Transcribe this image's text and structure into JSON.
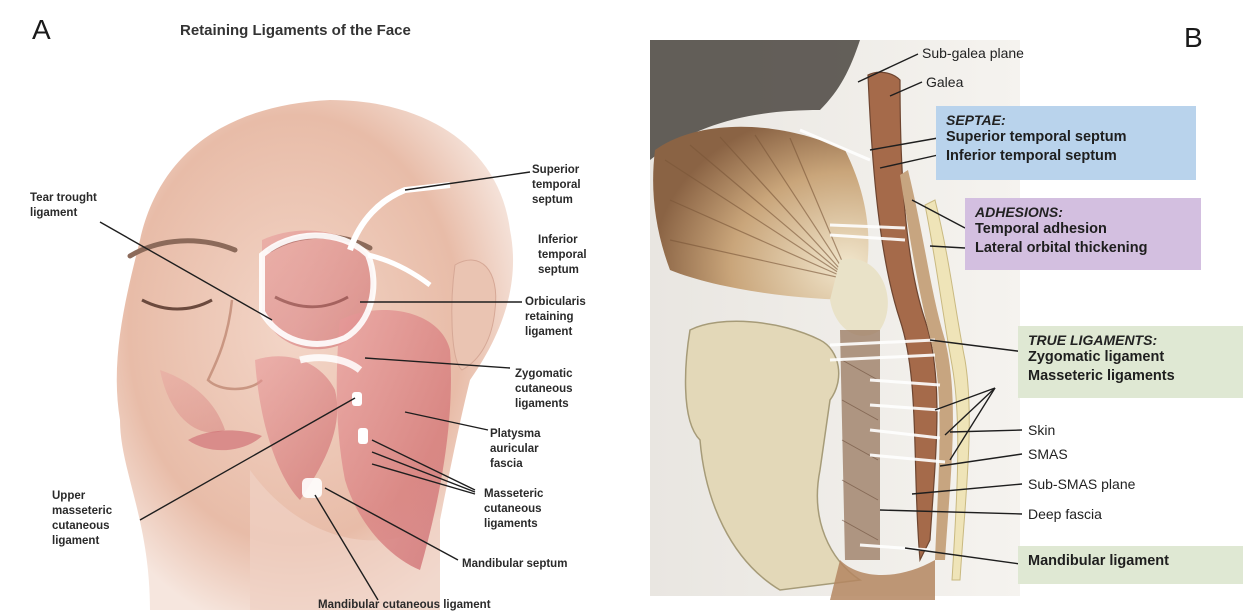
{
  "panel_a": {
    "letter": "A",
    "title": "Retaining Ligaments of the Face",
    "labels": {
      "superior_temporal_septum": "Superior\ntemporal\nseptum",
      "inferior_temporal_septum": "Inferior\ntemporal\nseptum",
      "tear_trough_ligament": "Tear trought\nligament",
      "orbicularis_retaining_ligament": "Orbicularis\nretaining\nligament",
      "zygomatic_cutaneous_ligaments": "Zygomatic\ncutaneous\nligaments",
      "platysma_auricular_fascia": "Platysma\nauricular\nfascia",
      "masseteric_cutaneous_ligaments": "Masseteric\ncutaneous\nligaments",
      "upper_masseteric_cutaneous_ligament": "Upper\nmasseteric\ncutaneous\nligament",
      "mandibular_septum": "Mandibular septum",
      "mandibular_cutaneous_ligament": "Mandibular cutaneous ligament"
    }
  },
  "panel_b": {
    "letter": "B",
    "labels": {
      "sub_galea_plane": "Sub-galea plane",
      "galea": "Galea",
      "skin": "Skin",
      "smas": "SMAS",
      "sub_smas_plane": "Sub-SMAS plane",
      "deep_fascia": "Deep fascia"
    },
    "boxes": {
      "septae": {
        "title": "SEPTAE:",
        "items": [
          "Superior temporal septum",
          "Inferior temporal septum"
        ],
        "color": "#b9d3ec"
      },
      "adhesions": {
        "title": "ADHESIONS:",
        "items": [
          "Temporal adhesion",
          "Lateral orbital thickening"
        ],
        "color": "#d3bfe0"
      },
      "true_ligaments": {
        "title": "TRUE LIGAMENTS:",
        "items": [
          "Zygomatic ligament",
          "Masseteric ligaments"
        ],
        "color": "#dfe8d3"
      },
      "mandibular": {
        "items": [
          "Mandibular ligament"
        ],
        "color": "#dfe8d3"
      }
    }
  }
}
